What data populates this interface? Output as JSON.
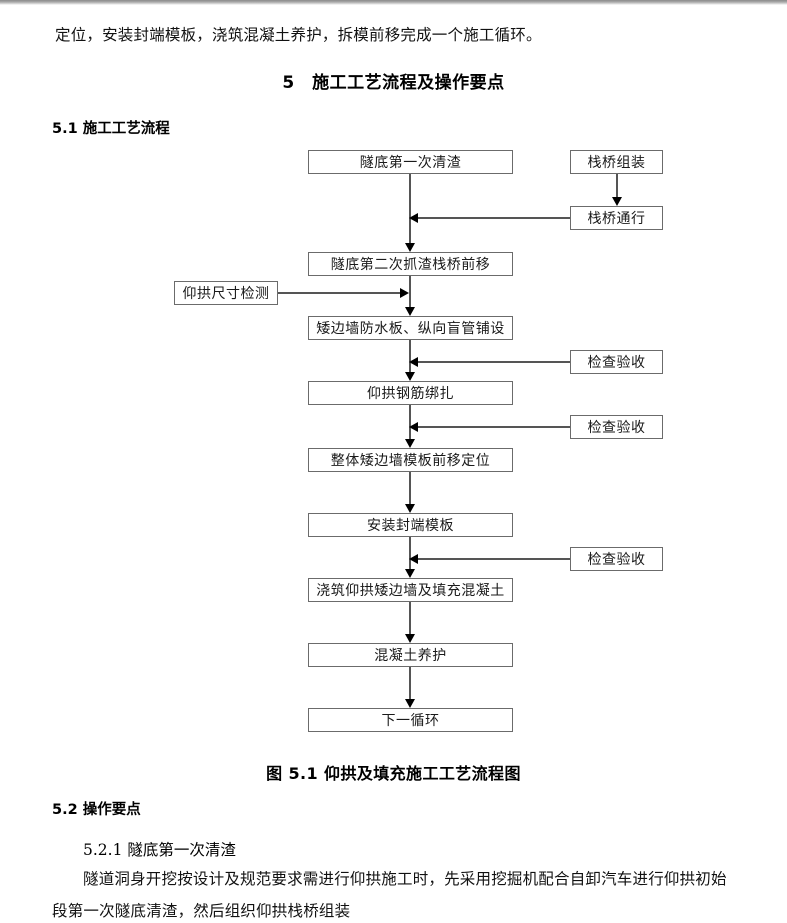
{
  "document": {
    "intro_paragraph": "定位，安装封端模板，浇筑混凝土养护，拆模前移完成一个施工循环。",
    "title": "5　施工工艺流程及操作要点",
    "section_5_1": "5.1 施工工艺流程",
    "section_5_2": "5.2 操作要点",
    "figure_caption": "图 5.1  仰拱及填充施工工艺流程图",
    "subsection_5_2_1": "5.2.1 隧底第一次清渣",
    "paragraph_1": "隧道洞身开挖按设计及规范要求需进行仰拱施工时，先采用挖掘机配合自卸汽车进行仰拱初始",
    "paragraph_2": "段第一次隧底清渣，然后组织仰拱栈桥组装"
  },
  "flowchart": {
    "main_nodes": [
      {
        "id": "node-1",
        "label": "隧底第一次清渣"
      },
      {
        "id": "node-2",
        "label": "隧底第二次抓渣栈桥前移"
      },
      {
        "id": "node-3",
        "label": "矮边墙防水板、纵向盲管铺设"
      },
      {
        "id": "node-4",
        "label": "仰拱钢筋绑扎"
      },
      {
        "id": "node-5",
        "label": "整体矮边墙模板前移定位"
      },
      {
        "id": "node-6",
        "label": "安装封端模板"
      },
      {
        "id": "node-7",
        "label": "浇筑仰拱矮边墙及填充混凝土"
      },
      {
        "id": "node-8",
        "label": "混凝土养护"
      },
      {
        "id": "node-9",
        "label": "下一循环"
      }
    ],
    "side_nodes": [
      {
        "id": "side-1",
        "label": "栈桥组装"
      },
      {
        "id": "side-2",
        "label": "栈桥通行"
      },
      {
        "id": "side-3",
        "label": "检查验收"
      },
      {
        "id": "side-4",
        "label": "检查验收"
      },
      {
        "id": "side-5",
        "label": "检查验收"
      }
    ],
    "left_nodes": [
      {
        "id": "left-1",
        "label": "仰拱尺寸检测"
      }
    ]
  },
  "colors": {
    "node_border": "#6b6b6b",
    "connector": "#555555",
    "arrow": "#000000",
    "text": "#1a1a1a",
    "page_background": "#ffffff"
  }
}
